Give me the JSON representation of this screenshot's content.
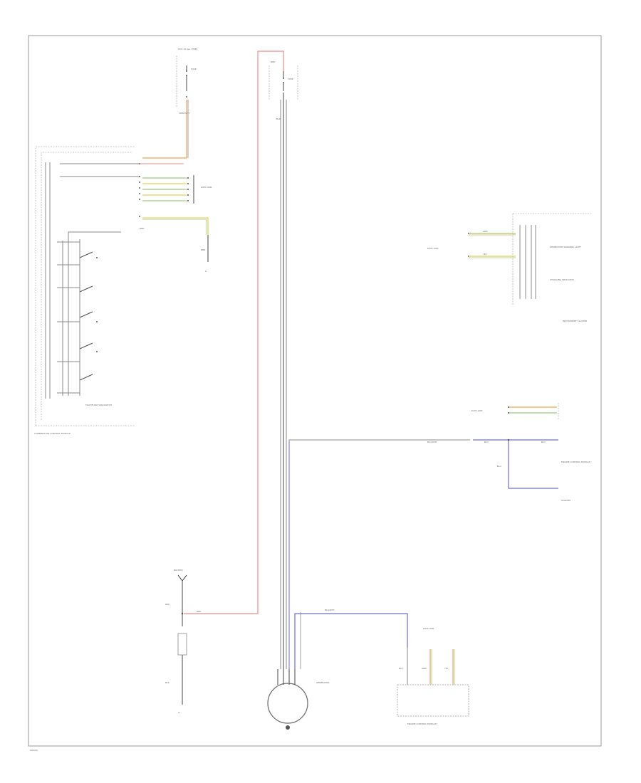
{
  "colors": {
    "red_wire": "#f08a8a",
    "orange_wire": "#f3a34f",
    "blue_wire": "#6a6ae6",
    "green_wire": "#9ccc7a",
    "yellow_wire": "#e6cf5a",
    "gray_wire": "#8a8a8a",
    "frame": "#9a9a9a"
  },
  "labels": {
    "hot_at_all_times": "HOT AT ALL TIMES",
    "fuse_top_left": "FUSE",
    "fuse_top_center": "FUSE",
    "multifunction_switch": "MULTIFUNCTION SWITCH",
    "combination_control": "COMBINATION CONTROL MODULE",
    "data_link_a": "DATA LINK",
    "data_link_b": "DATA LINK",
    "data_link_c": "DATA LINK",
    "data_link_d": "DATA LINK",
    "instrument_cluster": "INSTRUMENT CLUSTER",
    "generator_warning": "GENERATOR WARNING LIGHT",
    "charging_indicator": "CHARGING INDICATOR",
    "engine_control": "ENGINE CONTROL MODULE",
    "generator": "GENERATOR",
    "battery": "BATTERY",
    "starter": "STARTER",
    "ground_a": "G",
    "ground_b": "G",
    "corner_id": "W0000"
  },
  "wire_codes": {
    "red": "RED",
    "red_wht": "RED/WHT",
    "blu_wht": "BLU/WHT",
    "blu": "BLU",
    "brn": "BRN",
    "yel": "YEL",
    "grn": "GRN",
    "blk": "BLK"
  }
}
